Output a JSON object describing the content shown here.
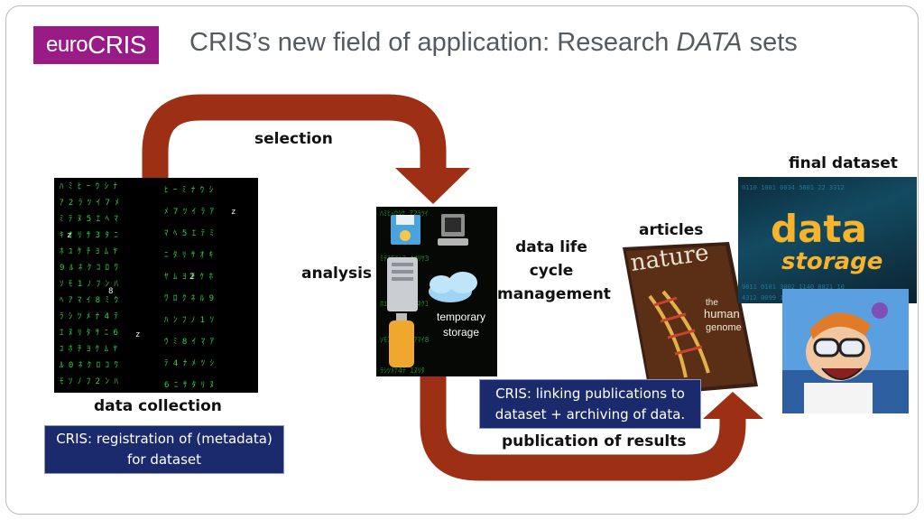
{
  "logo": {
    "part1": "euro",
    "part2": "CRIS"
  },
  "title": {
    "prefix": "CRIS’s new field of application: Research ",
    "emph": "DATA",
    "suffix": " sets"
  },
  "labels": {
    "selection": "selection",
    "analysis": "analysis",
    "data_life_cycle": [
      "data life",
      "cycle",
      "management"
    ],
    "articles": "articles",
    "final_dataset": "final dataset",
    "data_collection": "data collection",
    "publication_of_results": "publication of results",
    "temporary_storage": [
      "temporary",
      "storage"
    ]
  },
  "boxes": {
    "registration": [
      "CRIS: registration of (metadata)",
      "for dataset"
    ],
    "linking": [
      "CRIS: linking publications to",
      "dataset + archiving of data."
    ]
  },
  "images": {
    "nature_cover": {
      "masthead": "nature",
      "sub": [
        "the",
        "human",
        "genome"
      ]
    },
    "data_storage": {
      "line1": "data",
      "line2": "storage"
    }
  },
  "colors": {
    "arrow": "#9c2f14",
    "box": "#1a2a6c",
    "logo": "#9b1b86",
    "title": "#555a60"
  }
}
